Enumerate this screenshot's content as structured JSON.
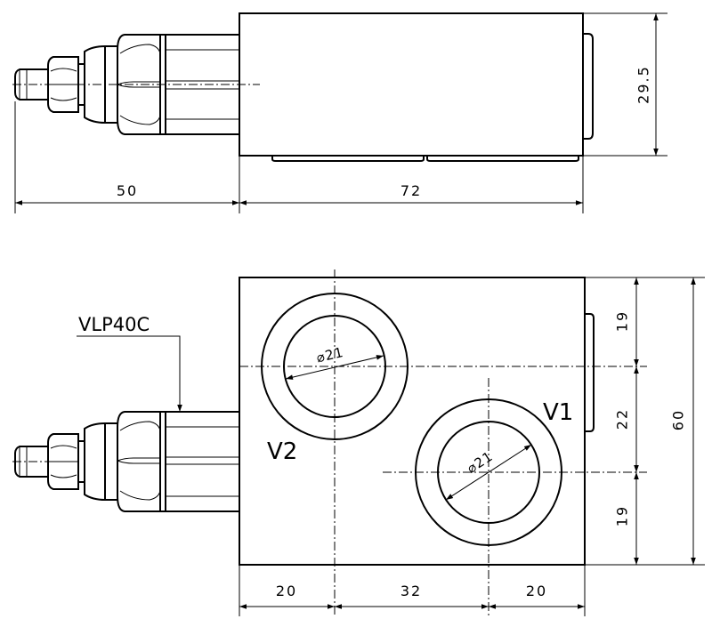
{
  "model_label": "VLP40C",
  "ports": {
    "v1": "V1",
    "v2": "V2"
  },
  "diameters": {
    "v2": "21",
    "v1": "21"
  },
  "dimensions": {
    "side_height": "29.5",
    "side_adjuster_length": "50",
    "side_body_length": "72",
    "front_top_to_v2": "19",
    "front_v2_to_v1": "22",
    "front_v1_to_bottom": "19",
    "front_total_height": "60",
    "front_left_to_v2": "20",
    "front_v2_to_v1_horizontal": "32",
    "front_v1_to_right": "20"
  }
}
